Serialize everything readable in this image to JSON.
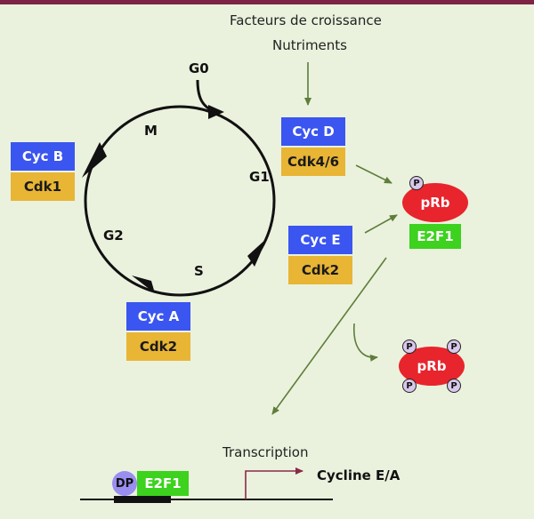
{
  "labels": {
    "growth_factors": "Facteurs de croissance",
    "nutrients": "Nutriments",
    "transcription": "Transcription",
    "cycline_ea": "Cycline E/A"
  },
  "phases": {
    "g0": "G0",
    "m": "M",
    "g1": "G1",
    "g2": "G2",
    "s": "S"
  },
  "complexes": {
    "cyc_b": "Cyc B",
    "cdk1": "Cdk1",
    "cyc_d": "Cyc D",
    "cdk46": "Cdk4/6",
    "cyc_e": "Cyc E",
    "cdk2_e": "Cdk2",
    "cyc_a": "Cyc A",
    "cdk2_a": "Cdk2"
  },
  "prb": {
    "bound": "pRb",
    "e2f1_bound": "E2F1",
    "free": "pRb",
    "phospho": "P"
  },
  "promoter": {
    "dp": "DP",
    "e2f1": "E2F1"
  },
  "colors": {
    "background": "#eaf2dd",
    "top_bar": "#7d2444",
    "cyclin": "#3a55f0",
    "cdk": "#e8b535",
    "e2f1": "#3cd21e",
    "prb": "#e8242c",
    "phosphate": "#d8c8ec",
    "dp": "#9a8ef0",
    "arrow": "#5f7d3a",
    "transcription_arrow": "#8a2a4a"
  }
}
